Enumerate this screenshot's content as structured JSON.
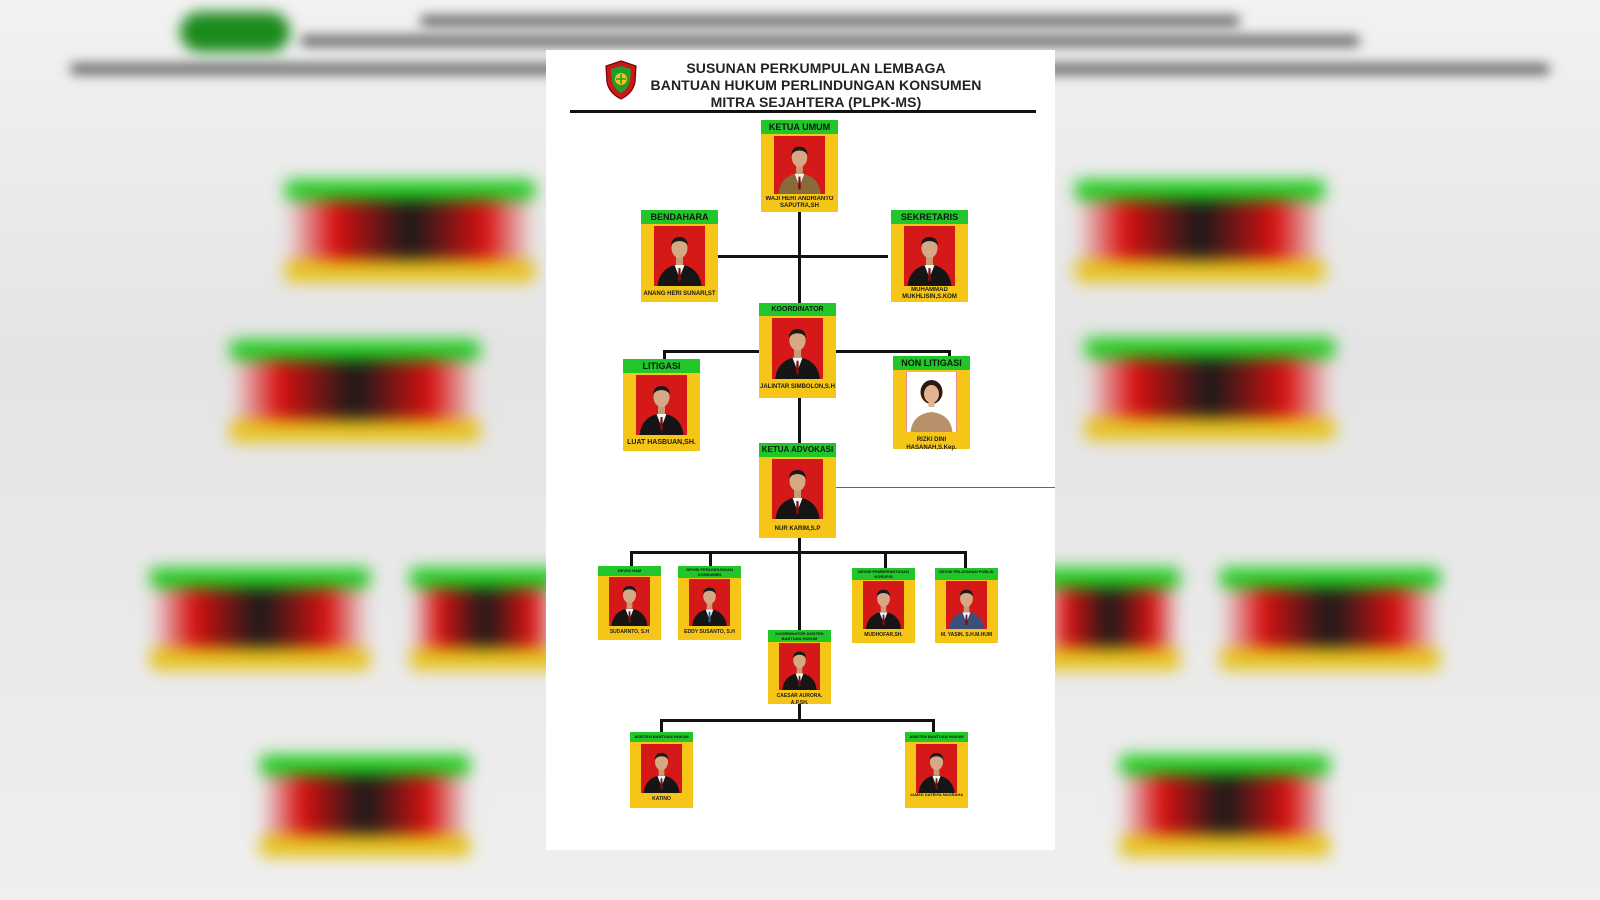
{
  "org": {
    "title": [
      "SUSUNAN PERKUMPULAN LEMBAGA",
      "BANTUAN HUKUM PERLINDUNGAN KONSUMEN",
      "MITRA SEJAHTERA (PLPK-MS)"
    ]
  },
  "members": [
    {
      "role": "KETUA UMUM",
      "name": "WAJI HERI ANDRIANTO SAPUTRA,SH",
      "suit": "brown"
    },
    {
      "role": "BENDAHARA",
      "name": "ANANG HERI SUNARI,ST",
      "suit": "black"
    },
    {
      "role": "SEKRETARIS",
      "name": "MUHAMMAD MUKHLISIN,S.KOM",
      "suit": "black"
    },
    {
      "role": "KOORDINATOR LITIGASI",
      "name": "JALINTAR SIMBOLON,S.H",
      "suit": "black"
    },
    {
      "role": "LITIGASI",
      "name": "LUAT HASBUAN,SH.",
      "suit": "black"
    },
    {
      "role": "NON LITIGASI",
      "name": "RIZKI DINI HASANAH,S.Kep.",
      "suit": "woman"
    },
    {
      "role": "KETUA ADVOKASI",
      "name": "NUR KARIM,S.P",
      "suit": "black"
    },
    {
      "role": "DEVISI HAM",
      "name": "SUDARNTO, S.H",
      "suit": "black"
    },
    {
      "role": "DEVISI PERLINDUNGAN KONSUMEN",
      "name": "EDDY SUSANTO, S.H",
      "suit": "white"
    },
    {
      "role": "DEVISI PEMBERANTASAN KORUPSI",
      "name": "MUDHOFAR,SH.",
      "suit": "black"
    },
    {
      "role": "DEVISI PELAYANAN PUBLIK",
      "name": "M. YASIN, S.H.M.HUM",
      "suit": "blue"
    },
    {
      "role": "KOORDINATOR ASISTEN BANTUAN HUKUM",
      "name": "CAESAR AURORA. A.P,SH.",
      "suit": "black"
    },
    {
      "role": "ASISTEN BANTUAN HUKUM",
      "name": "KATINO",
      "suit": "black"
    },
    {
      "role": "ASISTEN BANTUAN HUKUM",
      "name": "JAMED SATRIYA NUGRAHA",
      "suit": "black"
    }
  ],
  "colors": {
    "header_green": "#21c62b",
    "photo_red": "#d51818",
    "name_yellow": "#f5c518"
  },
  "icons": {
    "logo": "shield-logo-icon"
  }
}
